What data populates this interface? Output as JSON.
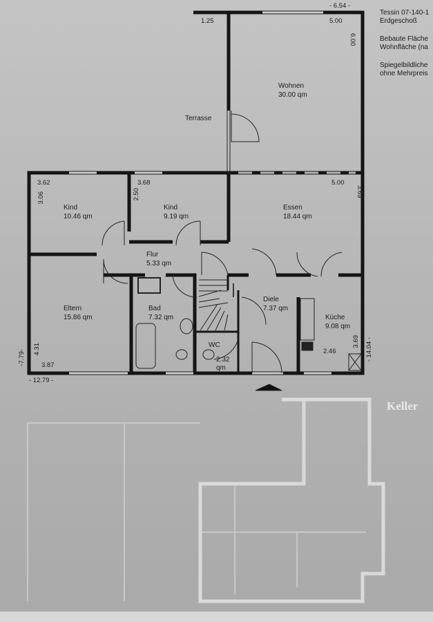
{
  "header": {
    "model": "Tessin 07-140-1",
    "floor": "Erdgeschoß",
    "built_area": "Bebaute Fläche",
    "living_area": "Wohnfläche (na",
    "mirror_1": "Spiegelbildliche",
    "mirror_2": "ohne Mehrpreis"
  },
  "rooms": {
    "terrasse": {
      "name": "Terrasse"
    },
    "wohnen": {
      "name": "Wohnen",
      "area": "30.00 qm"
    },
    "kind1": {
      "name": "Kind",
      "area": "10.46 qm"
    },
    "kind2": {
      "name": "Kind",
      "area": "9.19 qm"
    },
    "essen": {
      "name": "Essen",
      "area": "18.44 qm"
    },
    "flur": {
      "name": "Flur",
      "area": "5.33 qm"
    },
    "eltern": {
      "name": "Eltern",
      "area": "15.86 qm"
    },
    "bad": {
      "name": "Bad",
      "area": "7.32 qm"
    },
    "diele": {
      "name": "Diele",
      "area": "7.37 qm"
    },
    "kueche": {
      "name": "Küche",
      "area": "9.08 qm"
    },
    "wc": {
      "name": "WC",
      "area_1": "2.32",
      "area_2": "qm"
    }
  },
  "dimensions": {
    "top_total": "- 6.54 -",
    "terrace_width": "1.25",
    "wohnen_width": "5.00",
    "wohnen_depth": "6.00",
    "kind1_width": "3.62",
    "kind1_depth": "3.06",
    "kind2_width": "3.68",
    "kind2_depth": "2.50",
    "essen_width": "5.00",
    "essen_depth": "3.69",
    "eltern_depth": "4.31",
    "eltern_width": "3.87",
    "kueche_width": "2.46",
    "kueche_depth": "3.69",
    "left_total": "-7.79-",
    "right_total": "- 14.04 -",
    "bottom_total": "- 12.79 -"
  },
  "basement": {
    "label": "Keller"
  },
  "colors": {
    "paper": "#b4b4b4",
    "walls": "#151515",
    "ghost_plan": "#e6e6e6"
  }
}
